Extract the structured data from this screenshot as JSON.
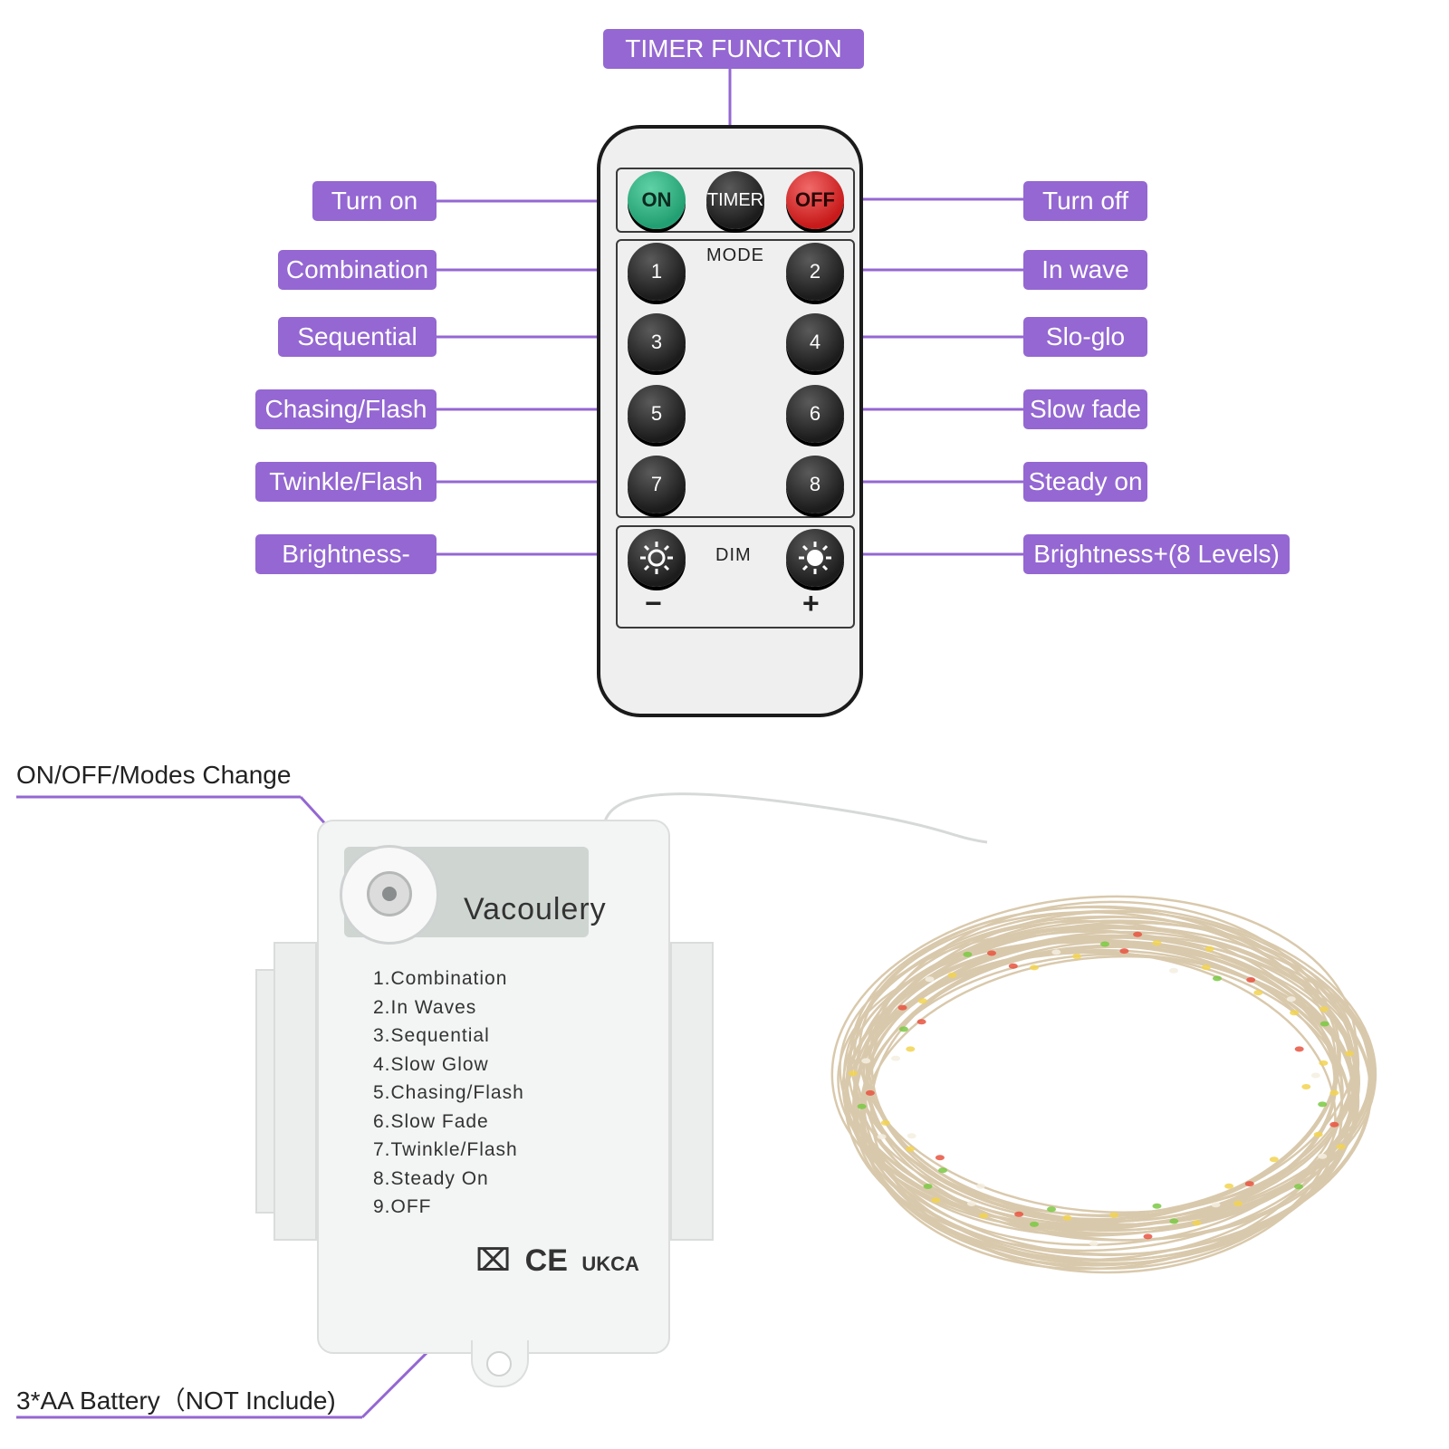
{
  "callouts": {
    "timer_function": "TIMER FUNCTION",
    "turn_on": "Turn on",
    "turn_off": "Turn off",
    "combination": "Combination",
    "in_wave": "In wave",
    "sequential": "Sequential",
    "slo_glo": "Slo-glo",
    "chasing_flash": "Chasing/Flash",
    "slow_fade": "Slow fade",
    "twinkle_flash": "Twinkle/Flash",
    "steady_on": "Steady on",
    "brightness_minus": "Brightness-",
    "brightness_plus": "Brightness+(8 Levels)"
  },
  "remote": {
    "on": "ON",
    "timer": "TIMER",
    "off": "OFF",
    "mode_label": "MODE",
    "dim_label": "DIM",
    "buttons": [
      "1",
      "2",
      "3",
      "4",
      "5",
      "6",
      "7",
      "8"
    ],
    "minus": "−",
    "plus": "+"
  },
  "battery_box": {
    "brand": "Vacoulery",
    "modes": [
      "1.Combination",
      "2.In Waves",
      "3.Sequential",
      "4.Slow Glow",
      "5.Chasing/Flash",
      "6.Slow Fade",
      "7.Twinkle/Flash",
      "8.Steady On",
      "9.OFF"
    ],
    "cert": {
      "weee": "⌧",
      "ce": "CE",
      "ukca": "UKCA"
    }
  },
  "labels": {
    "switch": "ON/OFF/Modes Change",
    "battery": "3*AA Battery（NOT Include)"
  },
  "colors": {
    "callout": "#9467d2",
    "on_button": "#23a073",
    "off_button": "#c81a1a",
    "wire": "#d8c7a8"
  }
}
